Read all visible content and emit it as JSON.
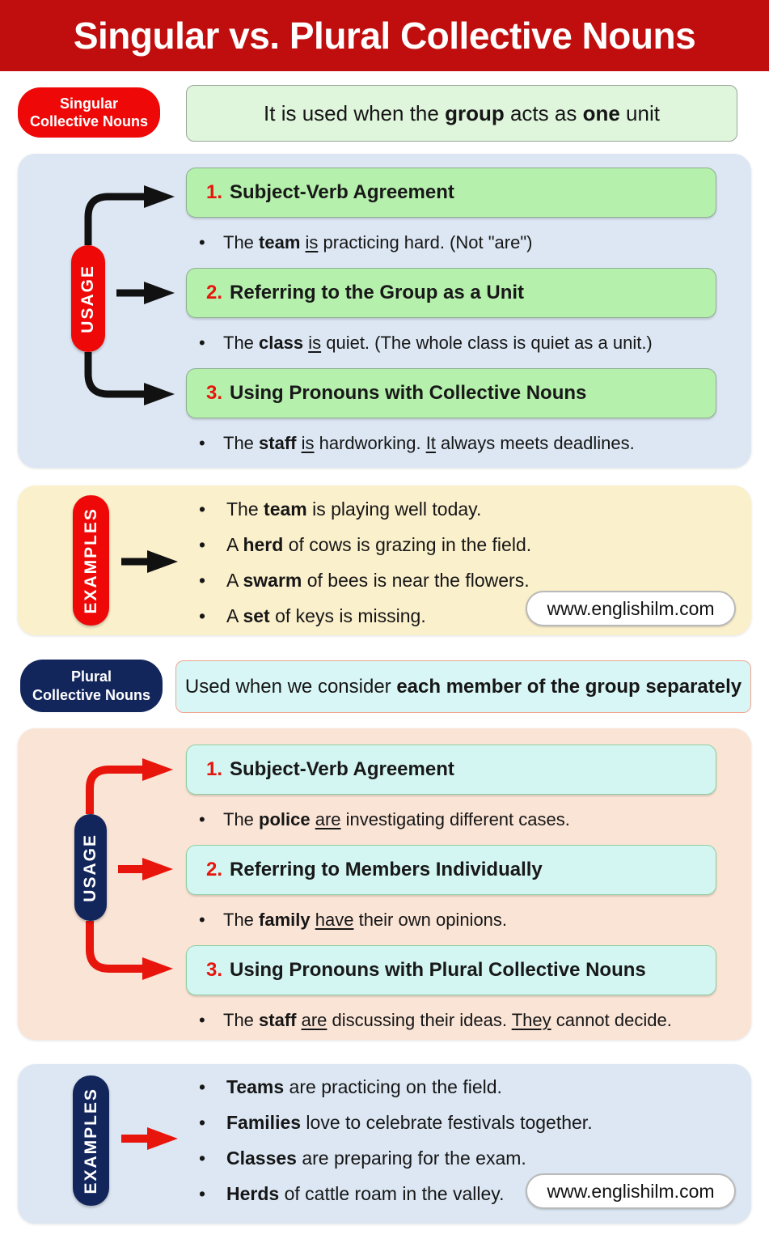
{
  "header": {
    "title": "Singular vs. Plural Collective Nouns"
  },
  "website": "www.englishilm.com",
  "colors": {
    "header_red": "#C00D0D",
    "bright_red": "#EE0808",
    "arrow_red": "#E8150C",
    "navy": "#13265C",
    "green_definition_bg": "#DFF5DC",
    "green_heading_bg": "#B5F0AC",
    "cyan_definition_bg": "#D8F6F6",
    "cyan_heading_bg": "#D3F6F3",
    "blue_section_bg": "#DCE7F3",
    "yellow_section_bg": "#FBF0CC",
    "peach_section_bg": "#FAE4D6"
  },
  "singular": {
    "badge_lines": [
      "Singular",
      "Collective Nouns"
    ],
    "definition": [
      {
        "t": "It is used when the "
      },
      {
        "t": "group",
        "b": true
      },
      {
        "t": " acts as "
      },
      {
        "t": "one",
        "b": true
      },
      {
        "t": " unit"
      }
    ],
    "usage_label": "USAGE",
    "items": [
      {
        "num": "1.",
        "title": "Subject-Verb Agreement",
        "bullet": [
          {
            "t": "The "
          },
          {
            "t": "team",
            "b": true
          },
          {
            "t": " "
          },
          {
            "t": "is",
            "u": true
          },
          {
            "t": " practicing hard. (Not \"are\")"
          }
        ]
      },
      {
        "num": "2.",
        "title": "Referring to the Group as a Unit",
        "bullet": [
          {
            "t": "The "
          },
          {
            "t": "class",
            "b": true
          },
          {
            "t": " "
          },
          {
            "t": "is",
            "u": true
          },
          {
            "t": " quiet. (The whole class is quiet as a unit.)"
          }
        ]
      },
      {
        "num": "3.",
        "title": "Using Pronouns with Collective Nouns",
        "bullet": [
          {
            "t": "The "
          },
          {
            "t": "staff",
            "b": true
          },
          {
            "t": " "
          },
          {
            "t": "is",
            "u": true
          },
          {
            "t": " hardworking. "
          },
          {
            "t": "It",
            "u": true
          },
          {
            "t": " always meets deadlines."
          }
        ]
      }
    ],
    "examples_label": "EXAMPLES",
    "examples": [
      [
        {
          "t": "The "
        },
        {
          "t": "team",
          "b": true
        },
        {
          "t": " is playing well today."
        }
      ],
      [
        {
          "t": "A "
        },
        {
          "t": "herd",
          "b": true
        },
        {
          "t": " of cows is grazing in the field."
        }
      ],
      [
        {
          "t": "A "
        },
        {
          "t": "swarm",
          "b": true
        },
        {
          "t": " of bees is near the flowers."
        }
      ],
      [
        {
          "t": "A "
        },
        {
          "t": "set",
          "b": true
        },
        {
          "t": " of keys is missing."
        }
      ]
    ]
  },
  "plural": {
    "badge_lines": [
      "Plural",
      "Collective Nouns"
    ],
    "definition": [
      {
        "t": "Used when we consider "
      },
      {
        "t": "each member of the group separately",
        "b": true
      }
    ],
    "usage_label": "USAGE",
    "items": [
      {
        "num": "1.",
        "title": "Subject-Verb Agreement",
        "bullet": [
          {
            "t": "The "
          },
          {
            "t": "police",
            "b": true
          },
          {
            "t": " "
          },
          {
            "t": "are",
            "u": true
          },
          {
            "t": " investigating different cases."
          }
        ]
      },
      {
        "num": "2.",
        "title": "Referring to Members Individually",
        "bullet": [
          {
            "t": "The "
          },
          {
            "t": "family",
            "b": true
          },
          {
            "t": " "
          },
          {
            "t": "have",
            "u": true
          },
          {
            "t": " their own opinions."
          }
        ]
      },
      {
        "num": "3.",
        "title": "Using Pronouns with Plural Collective Nouns",
        "bullet": [
          {
            "t": "The "
          },
          {
            "t": "staff",
            "b": true
          },
          {
            "t": " "
          },
          {
            "t": "are",
            "u": true
          },
          {
            "t": " discussing their ideas. "
          },
          {
            "t": "They",
            "u": true
          },
          {
            "t": " cannot decide."
          }
        ]
      }
    ],
    "examples_label": "EXAMPLES",
    "examples": [
      [
        {
          "t": "Teams",
          "b": true
        },
        {
          "t": " are practicing on the field."
        }
      ],
      [
        {
          "t": "Families",
          "b": true
        },
        {
          "t": " love to celebrate festivals together."
        }
      ],
      [
        {
          "t": "Classes",
          "b": true
        },
        {
          "t": " are preparing for the exam."
        }
      ],
      [
        {
          "t": "Herds",
          "b": true
        },
        {
          "t": " of cattle roam in the valley."
        }
      ]
    ]
  }
}
